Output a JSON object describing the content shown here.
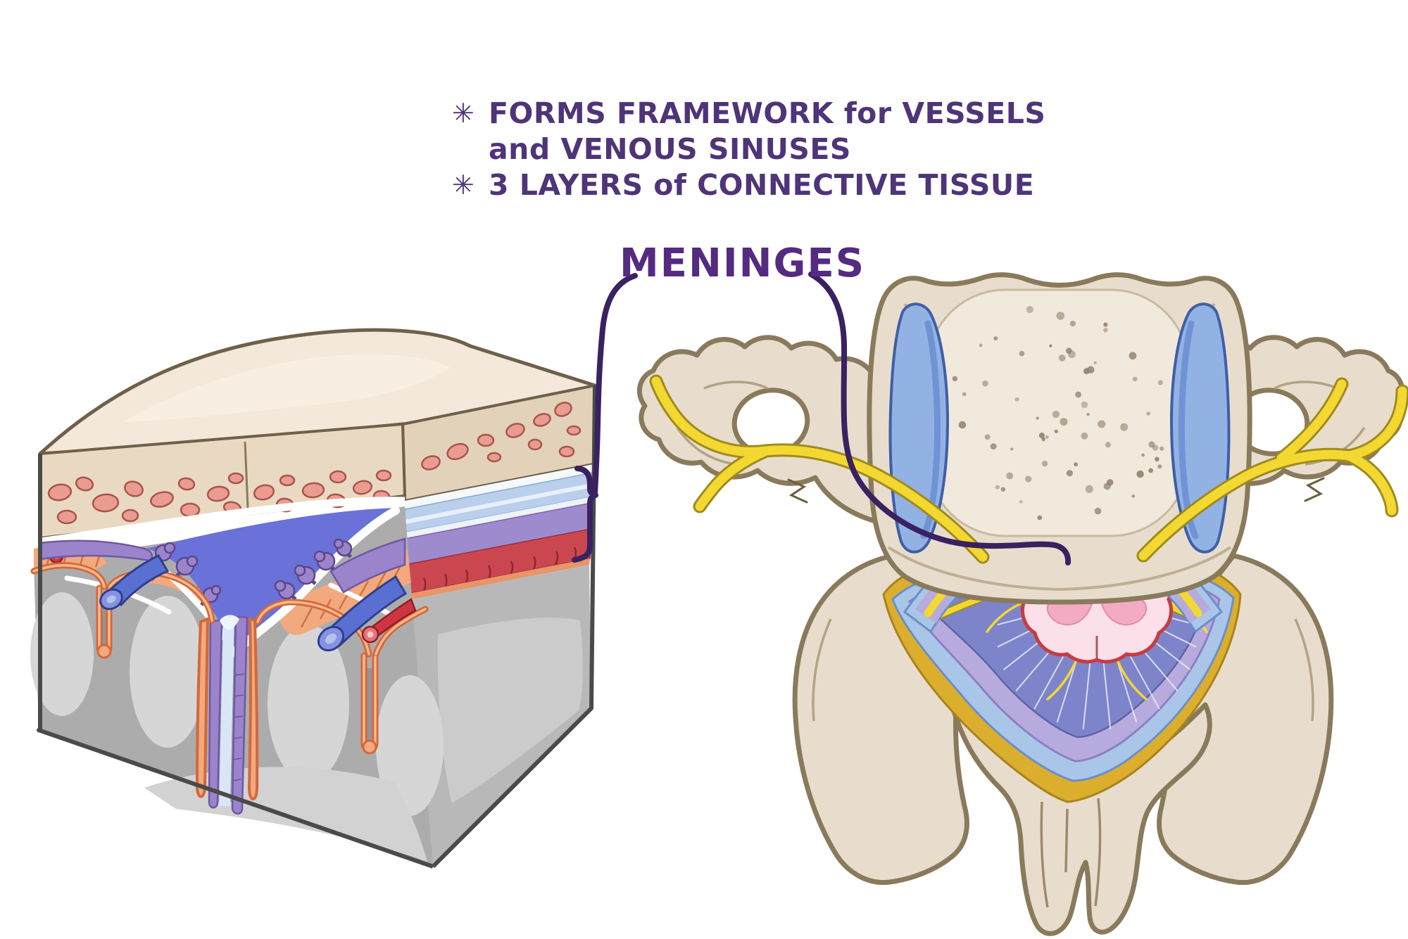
{
  "annotation_notes": {
    "bullet_glyph": "✳",
    "line1": "FORMS FRAMEWORK for VESSELS",
    "line2": "and VENOUS SINUSES",
    "line3": "3 LAYERS of CONNECTIVE TISSUE",
    "text_color": "#4f3478"
  },
  "meninges_label": {
    "text": "MENINGES",
    "color": "#542b80"
  },
  "connector": {
    "color": "#3a2160"
  },
  "illustrations": {
    "skull_block": {
      "description": "coronal block of skull, meninges and brain",
      "colors": {
        "bone": "#ead9c2",
        "bone_top": "#f3e8d9",
        "bone_side": "#e3d2ba",
        "marrow": "#ec9b90",
        "marrow_outline": "#a6564c",
        "venous_sinus": "#6a71d8",
        "arachnoid_white": "#ffffff",
        "dura_purple": "#9c84cd",
        "dura_purple_outline": "#6f59a2",
        "subpial_orange": "#f2a97e",
        "pia_outline": "#d4683a",
        "pia_inner": "#f5b98c",
        "vein_blue": "#5a6fd2",
        "vein_outline": "#2e3f8e",
        "artery_red": "#cf3540",
        "artery_outline": "#8e1f28",
        "brain_gray": "#acacac",
        "brain_light": "#d6d6d6",
        "csf_blue": "#d8e6f6",
        "band_blue": "#b9cfec",
        "band_red": "#cb4750"
      }
    },
    "vertebra": {
      "description": "cervical vertebra cross-section with spinal cord meninges",
      "colors": {
        "bone": "#e8ddcc",
        "bone_outline": "#8a7a5c",
        "bone_detail": "#b3a284",
        "trabecular": "#f1e9db",
        "speckle": "#8d7d68",
        "vein_blue": "#92b2e4",
        "vein_blue_dark": "#7b9cd9",
        "vein_outline": "#3f5fa6",
        "nerve_yellow": "#f3d831",
        "nerve_outline": "#a08a1f",
        "epidural_fat": "#dcae2e",
        "epidural_outline": "#a8831e",
        "dura_outer_blue": "#a9c6e8",
        "dura_lavender": "#b7abdd",
        "subarachnoid": "#7e84ca",
        "trabeculae_white": "#e9edf8",
        "cord_pink": "#fbdfe9",
        "gray_matter": "#f3abc3",
        "gray_matter_line": "#e18ca8",
        "pia_red": "#c63c40",
        "fissure": "#a05a68"
      }
    }
  }
}
